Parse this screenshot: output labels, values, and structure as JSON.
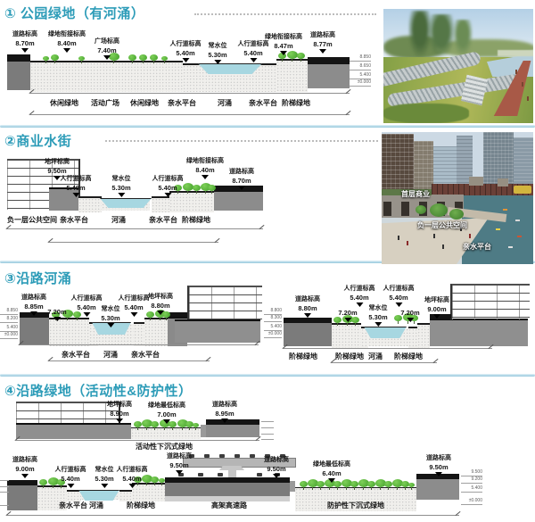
{
  "colors": {
    "title_teal": "#2d9cb8",
    "water_blue": "#a7d7e1",
    "divider_blue": "#93c7db",
    "tree_green": "#3f9d28"
  },
  "sections": [
    {
      "title": "① 公园绿地（有河涌）",
      "elevations": [
        {
          "name": "道路标高",
          "value": "8.70m"
        },
        {
          "name": "绿地衔接标高",
          "value": "8.40m"
        },
        {
          "name": "广场标高",
          "value": "7.40m"
        },
        {
          "name": "人行道标高",
          "value": "5.40m"
        },
        {
          "name": "常水位",
          "value": "5.30m"
        },
        {
          "name": "人行道标高",
          "value": "5.40m"
        },
        {
          "name": "绿地衔接标高",
          "value": "8.47m"
        },
        {
          "name": "道路标高",
          "value": "8.77m"
        }
      ],
      "zones": [
        "休闲绿地",
        "活动广场",
        "休闲绿地",
        "亲水平台",
        "河涌",
        "亲水平台",
        "阶梯绿地"
      ],
      "ref_marks": [
        "8.850",
        "8.650",
        "5.400",
        "±0.000"
      ]
    },
    {
      "title": "②商业水街",
      "elevations": [
        {
          "name": "地坪标高",
          "value": "9.50m"
        },
        {
          "name": "人行道标高",
          "value": "5.40m"
        },
        {
          "name": "常水位",
          "value": "5.30m"
        },
        {
          "name": "人行道标高",
          "value": "5.40m"
        },
        {
          "name": "绿地衔接标高",
          "value": "8.40m"
        },
        {
          "name": "道路标高",
          "value": "8.70m"
        }
      ],
      "zones": [
        "负一层公共空间",
        "亲水平台",
        "河涌",
        "亲水平台",
        "阶梯绿地"
      ],
      "photo_overlays": [
        "首层商业",
        "负一层公共空间",
        "亲水平台"
      ]
    },
    {
      "title": "③沿路河涌",
      "left": {
        "elevations": [
          {
            "name": "道路标高",
            "value": "8.85m"
          },
          {
            "name": "",
            "value": "7.20m"
          },
          {
            "name": "人行道标高",
            "value": "5.40m"
          },
          {
            "name": "常水位",
            "value": "5.30m"
          },
          {
            "name": "人行道标高",
            "value": "5.40m"
          },
          {
            "name": "地坪标高",
            "value": "8.80m"
          }
        ],
        "zones": [
          "亲水平台",
          "河涌",
          "亲水平台"
        ],
        "ref_marks": [
          "8.850",
          "8.200",
          "5.400",
          "±0.000"
        ]
      },
      "right": {
        "elevations": [
          {
            "name": "道路标高",
            "value": "8.80m"
          },
          {
            "name": "",
            "value": "7.20m"
          },
          {
            "name": "人行道标高",
            "value": "5.40m"
          },
          {
            "name": "常水位",
            "value": "5.30m"
          },
          {
            "name": "人行道标高",
            "value": "5.40m"
          },
          {
            "name": "",
            "value": "7.20m"
          },
          {
            "name": "地坪标高",
            "value": "9.00m"
          }
        ],
        "zones": [
          "阶梯绿地",
          "阶梯绿地",
          "河涌",
          "阶梯绿地"
        ],
        "ref_marks": [
          "8.800",
          "8.300",
          "5.400",
          "±0.000"
        ]
      }
    },
    {
      "title": "④沿路绿地（活动性&防护性）",
      "top": {
        "elevations": [
          {
            "name": "地坪标高",
            "value": "8.90m"
          },
          {
            "name": "绿地最低标高",
            "value": "7.00m"
          },
          {
            "name": "道路标高",
            "value": "8.95m"
          }
        ],
        "zones": [
          "活动性下沉式绿地"
        ]
      },
      "bottom": {
        "elevations": [
          {
            "name": "道路标高",
            "value": "9.00m"
          },
          {
            "name": "人行道标高",
            "value": "5.40m"
          },
          {
            "name": "常水位",
            "value": "5.30m"
          },
          {
            "name": "人行道标高",
            "value": "5.40m"
          },
          {
            "name": "道路标高",
            "value": "9.50m"
          },
          {
            "name": "道路标高",
            "value": "9.50m"
          },
          {
            "name": "绿地最低标高",
            "value": "6.40m"
          },
          {
            "name": "道路标高",
            "value": "9.50m"
          }
        ],
        "zones": [
          "亲水平台",
          "河涌",
          "阶梯绿地",
          "高架高速路",
          "防护性下沉式绿地"
        ],
        "ref_marks": [
          "9.500",
          "9.200",
          "5.400",
          "±0.000"
        ]
      }
    }
  ]
}
